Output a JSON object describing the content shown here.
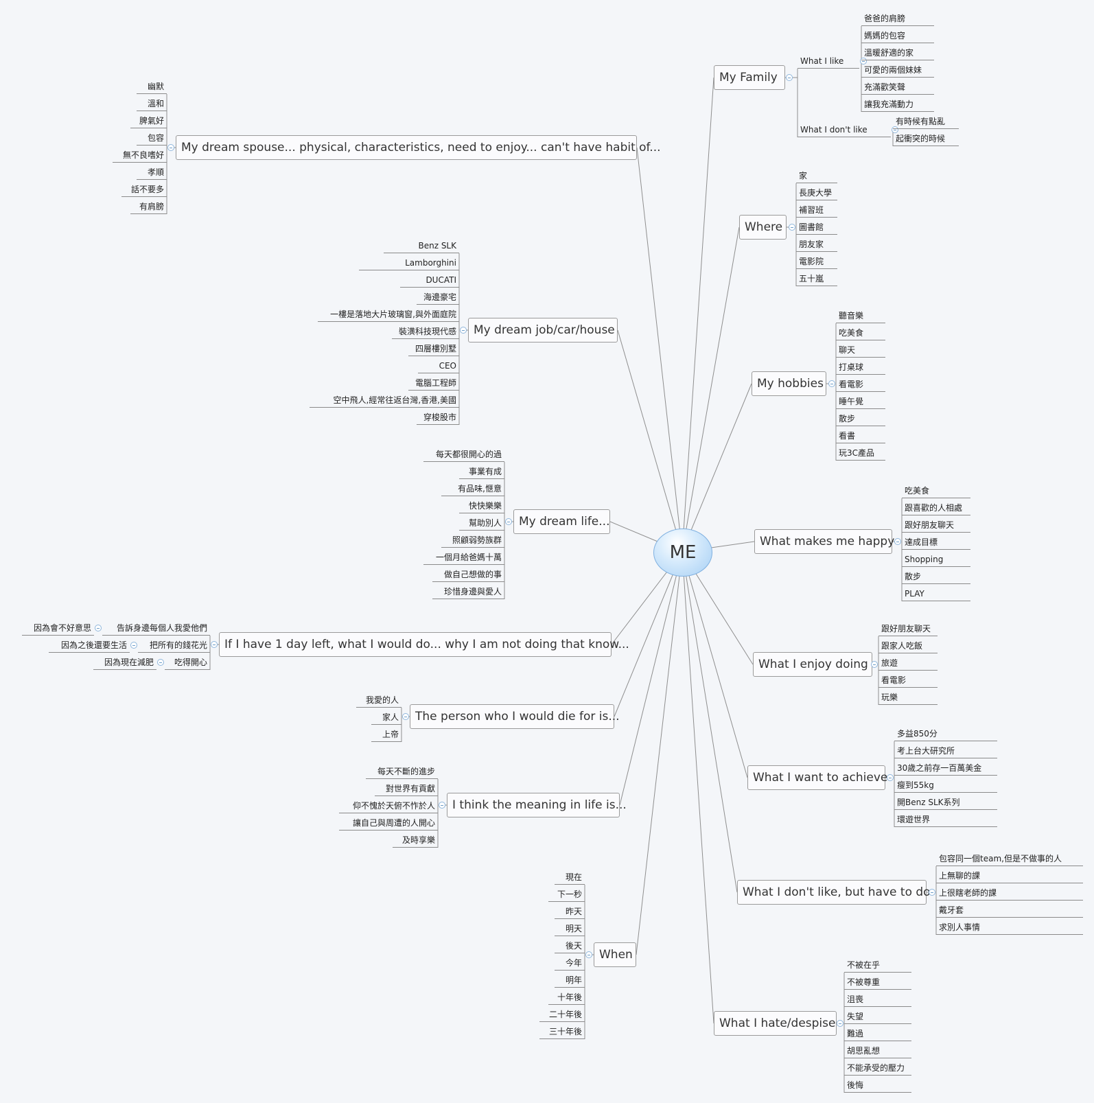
{
  "central": "ME",
  "topics": {
    "spouse": "My dream spouse... physical, characteristics, need to enjoy... can't have habit of...",
    "job": "My dream job/car/house",
    "life": "My dream life...",
    "oneday": "If I have 1 day left, what I would do... why I am not doing that know...",
    "die": "The person who I would die for is...",
    "meaning": "I think the meaning in life is...",
    "when": "When",
    "family": "My Family",
    "where": "Where",
    "hobbies": "My hobbies",
    "happy": "What makes me happy",
    "enjoy": "What I enjoy doing",
    "achieve": "What I want to achieve",
    "dislike": "What I don't like, but have to do",
    "hate": "What I hate/despise"
  },
  "spouse_items": [
    "幽默",
    "溫和",
    "脾氣好",
    "包容",
    "無不良嗜好",
    "孝順",
    "話不要多",
    "有肩膀"
  ],
  "job_items": [
    "Benz SLK",
    "Lamborghini",
    "DUCATI",
    "海邊豪宅",
    "一樓是落地大片玻璃窗,與外面庭院",
    "裝潢科技現代感",
    "四層樓別墅",
    "CEO",
    "電腦工程師",
    "空中飛人,經常往返台灣,香港,美國",
    "穿梭股市"
  ],
  "life_items": [
    "每天都很開心的過",
    "事業有成",
    "有品味,愜意",
    "快快樂樂",
    "幫助別人",
    "照顧弱勢族群",
    "一個月給爸媽十萬",
    "做自己想做的事",
    "珍惜身邊與愛人"
  ],
  "oneday_items": [
    {
      "label": "告訴身邊每個人我愛他們",
      "reason": "因為會不好意思"
    },
    {
      "label": "把所有的錢花光",
      "reason": "因為之後還要生活"
    },
    {
      "label": "吃得開心",
      "reason": "因為現在減肥"
    }
  ],
  "die_items": [
    "我愛的人",
    "家人",
    "上帝"
  ],
  "meaning_items": [
    "每天不斷的進步",
    "對世界有貢獻",
    "仰不愧於天俯不怍於人",
    "讓自己與周遭的人開心",
    "及時享樂"
  ],
  "when_items": [
    "現在",
    "下一秒",
    "昨天",
    "明天",
    "後天",
    "今年",
    "明年",
    "十年後",
    "二十年後",
    "三十年後"
  ],
  "family": {
    "like_label": "What I like",
    "like_items": [
      "爸爸的肩膀",
      "媽媽的包容",
      "溫暖舒適的家",
      "可愛的兩個妹妹",
      "充滿歡笑聲",
      "讓我充滿動力"
    ],
    "dislike_label": "What I don't like",
    "dislike_items": [
      "有時候有點亂",
      "起衝突的時候"
    ]
  },
  "where_items": [
    "家",
    "長庚大學",
    "補習班",
    "圖書館",
    "朋友家",
    "電影院",
    "五十嵐"
  ],
  "hobbies_items": [
    "聽音樂",
    "吃美食",
    "聊天",
    "打桌球",
    "看電影",
    "睡午覺",
    "散步",
    "看書",
    "玩3C產品"
  ],
  "happy_items": [
    "吃美食",
    "跟喜歡的人相處",
    "跟好朋友聊天",
    "達成目標",
    "Shopping",
    "散步",
    "PLAY"
  ],
  "enjoy_items": [
    "跟好朋友聊天",
    "跟家人吃飯",
    "旅遊",
    "看電影",
    "玩樂"
  ],
  "achieve_items": [
    "多益850分",
    "考上台大研究所",
    "30歲之前存一百萬美金",
    "瘦到55kg",
    "開Benz SLK系列",
    "環遊世界"
  ],
  "dislike_items": [
    "包容同一個team,但是不做事的人",
    "上無聊的課",
    "上很瞎老師的課",
    "戴牙套",
    "求別人事情"
  ],
  "hate_items": [
    "不被在乎",
    "不被尊重",
    "沮喪",
    "失望",
    "難過",
    "胡思亂想",
    "不能承受的壓力",
    "後悔"
  ]
}
